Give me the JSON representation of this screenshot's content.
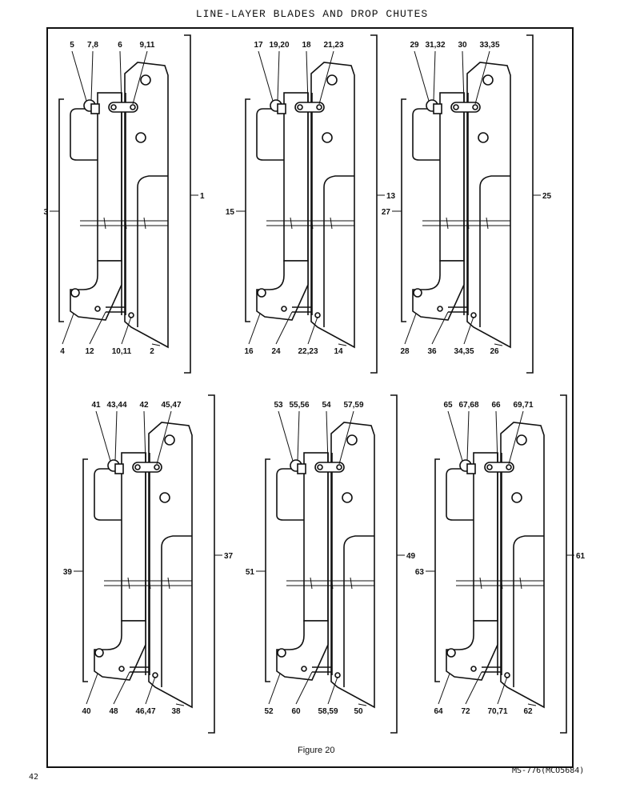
{
  "page": {
    "title": "LINE-LAYER BLADES AND DROP CHUTES",
    "caption": "Figure 20",
    "page_number": "42",
    "doc_code": "MS-776(MCO5684)"
  },
  "icon": "line-layer-blade-assembly-drawing",
  "assemblies": [
    {
      "labels": {
        "top": [
          "5",
          "7,8",
          "6",
          "9,11"
        ],
        "bottom": [
          "4",
          "12",
          "10,11",
          "2"
        ],
        "left_bracket": "3",
        "right_bracket": "1"
      }
    },
    {
      "labels": {
        "top": [
          "17",
          "19,20",
          "18",
          "21,23"
        ],
        "bottom": [
          "16",
          "24",
          "22,23",
          "14"
        ],
        "left_bracket": "15",
        "right_bracket": "13"
      }
    },
    {
      "labels": {
        "top": [
          "29",
          "31,32",
          "30",
          "33,35"
        ],
        "bottom": [
          "28",
          "36",
          "34,35",
          "26"
        ],
        "left_bracket": "27",
        "right_bracket": "25"
      }
    },
    {
      "labels": {
        "top": [
          "41",
          "43,44",
          "42",
          "45,47"
        ],
        "bottom": [
          "40",
          "48",
          "46,47",
          "38"
        ],
        "left_bracket": "39",
        "right_bracket": "37"
      }
    },
    {
      "labels": {
        "top": [
          "53",
          "55,56",
          "54",
          "57,59"
        ],
        "bottom": [
          "52",
          "60",
          "58,59",
          "50"
        ],
        "left_bracket": "51",
        "right_bracket": "49"
      }
    },
    {
      "labels": {
        "top": [
          "65",
          "67,68",
          "66",
          "69,71"
        ],
        "bottom": [
          "64",
          "72",
          "70,71",
          "62"
        ],
        "left_bracket": "63",
        "right_bracket": "61"
      }
    }
  ]
}
